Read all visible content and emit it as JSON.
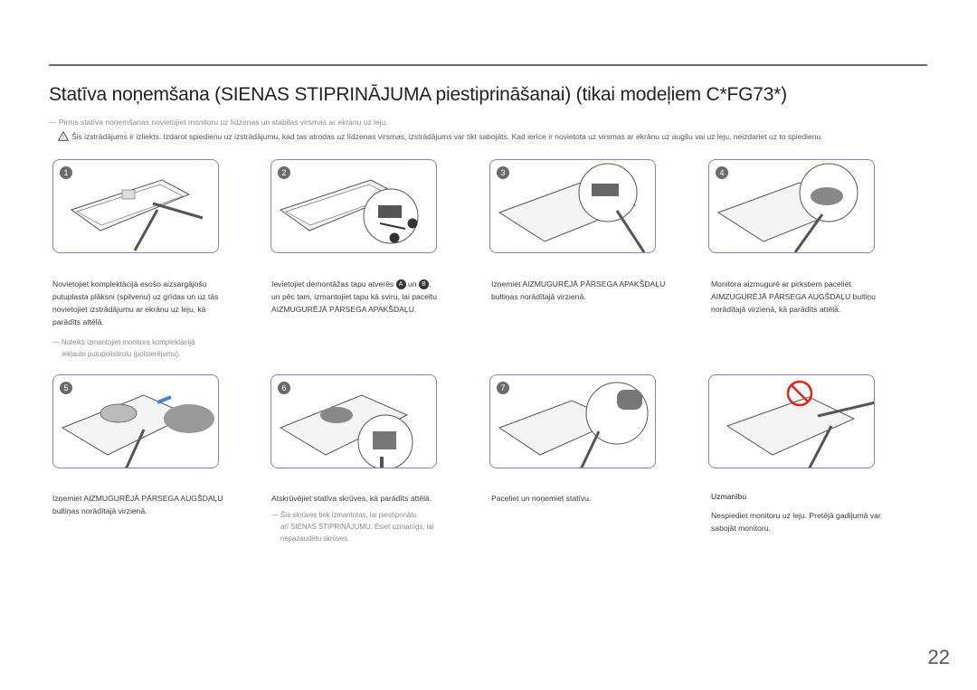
{
  "title": "Statīva noņemšana (SIENAS STIPRINĀJUMA piestiprināšanai) (tikai modeļiem C*FG73*)",
  "intro_note": "― Pirms statīva noņemšanas novietojiet monitoru uz līdzenas un stabilas virsmas ar ekrānu uz leju.",
  "warning": "Šis izstrādājums ir izliekts. Izdarot spiedienu uz izstrādājumu, kad tas atrodas uz līdzenas virsmas, izstrādājums var tikt sabojāts. Kad ierīce ir novietota uz virsmas ar ekrānu uz augšu vai uz leju, neizdariet uz to spiedienu.",
  "steps": [
    {
      "num": "1",
      "lines": [
        "Novietojiet komplektācijā esošo aizsargājošo",
        "putuplasta plāksni (spilvenu) uz grīdas un uz tās",
        "novietojiet izstrādājumu ar ekrānu uz leju, kā",
        "parādīts attēlā."
      ],
      "note": [
        "― Noteikti izmantojiet monitora komplektācijā",
        "iekļauto putupolistirolu (polsterējumu)."
      ]
    },
    {
      "num": "2",
      "lines": [
        "Ievietojiet demontāžas tapu atverēs",
        "un pēc tam, izmantojiet tapu kā sviru, lai paceltu",
        "AIZMUGURĒJĀ PĀRSEGA APAKŠDAĻU."
      ],
      "inline_a": "A",
      "inline_un": "un",
      "inline_b": "B",
      "inline_end": ","
    },
    {
      "num": "3",
      "lines": [
        "Izņemiet AIZMUGURĒJĀ PĀRSEGA APAKŠDAĻU",
        "bultiņas norādītajā virzienā."
      ]
    },
    {
      "num": "4",
      "lines": [
        "Monitora aizmugurē ar pirkstiem paceliet",
        "AIMZUGURĒJĀ PĀRSEGA AUGŠDAĻU bultiņu",
        "norādītajā virzienā, kā parādīts attēlā."
      ]
    },
    {
      "num": "5",
      "lines": [
        "Izņemiet AIZMUGURĒJĀ PĀRSEGA AUGŠDAĻU",
        "bultiņas norādītajā virzienā."
      ]
    },
    {
      "num": "6",
      "lines": [
        "Atskrūvējiet statīva skrūves, kā parādīts attēlā."
      ],
      "note": [
        "― Šīs skrūves tiek izmantotas, lai piestiprinātu",
        "arī SIENAS STIPRINĀJUMU. Esiet uzmanīgs, lai",
        "nepazaudētu skrūves."
      ]
    },
    {
      "num": "7",
      "lines": [
        "Paceliet un noņemiet statīvu."
      ]
    }
  ],
  "caution": {
    "heading": "Uzmanību",
    "lines": [
      "Nespiediet monitoru uz leju. Pretējā gadījumā var",
      "sabojāt monitoru."
    ]
  },
  "labels": {
    "a": "A",
    "b": "B"
  },
  "page_number": "22",
  "colors": {
    "panel_border": "#7f86b3",
    "prohibit": "#d9251c"
  }
}
